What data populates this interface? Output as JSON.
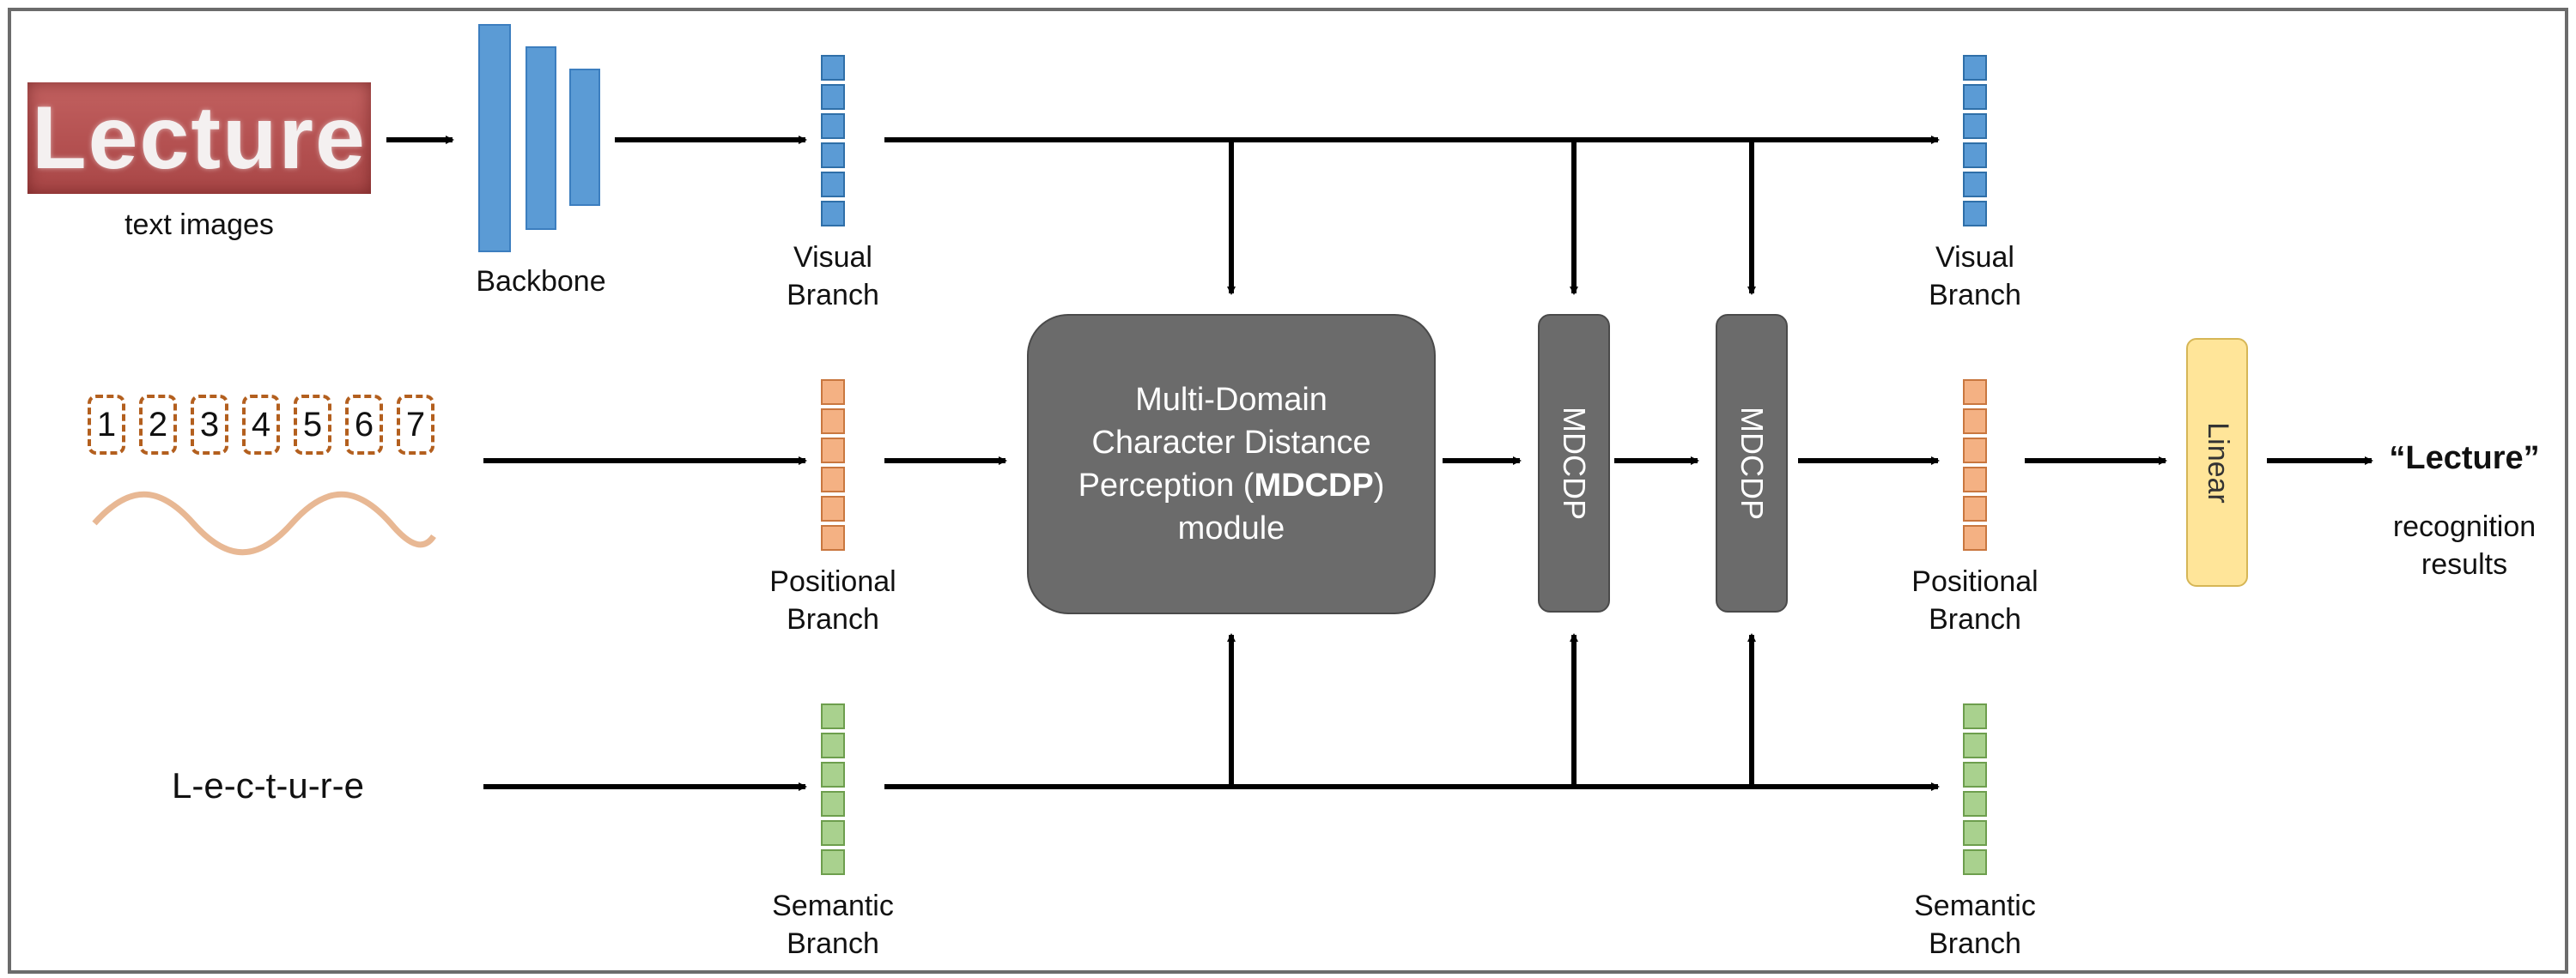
{
  "input": {
    "text_image_word": "Lecture",
    "text_image_caption": "text images",
    "position_numbers": [
      "1",
      "2",
      "3",
      "4",
      "5",
      "6",
      "7"
    ],
    "char_sequence": "L-e-c-t-u-r-e"
  },
  "backbone_label": "Backbone",
  "left_branches": {
    "visual": [
      "Visual",
      "Branch"
    ],
    "positional": [
      "Positional",
      "Branch"
    ],
    "semantic": [
      "Semantic",
      "Branch"
    ]
  },
  "right_branches": {
    "visual": [
      "Visual",
      "Branch"
    ],
    "positional": [
      "Positional",
      "Branch"
    ],
    "semantic": [
      "Semantic",
      "Branch"
    ]
  },
  "mdcdp_module": {
    "line1": "Multi-Domain",
    "line2": "Character Distance",
    "line3_pre": "Perception (",
    "line3_bold": "MDCDP",
    "line3_post": ")",
    "line4": "module"
  },
  "mdcdp_block_label": "MDCDP",
  "linear_label": "Linear",
  "output": {
    "result": "“Lecture”",
    "caption_line1": "recognition",
    "caption_line2": "results"
  },
  "colors": {
    "visual": "#5b9bd5",
    "positional": "#f4b183",
    "semantic": "#a9d18e",
    "module": "#6b6b6b",
    "linear": "#ffe599"
  }
}
